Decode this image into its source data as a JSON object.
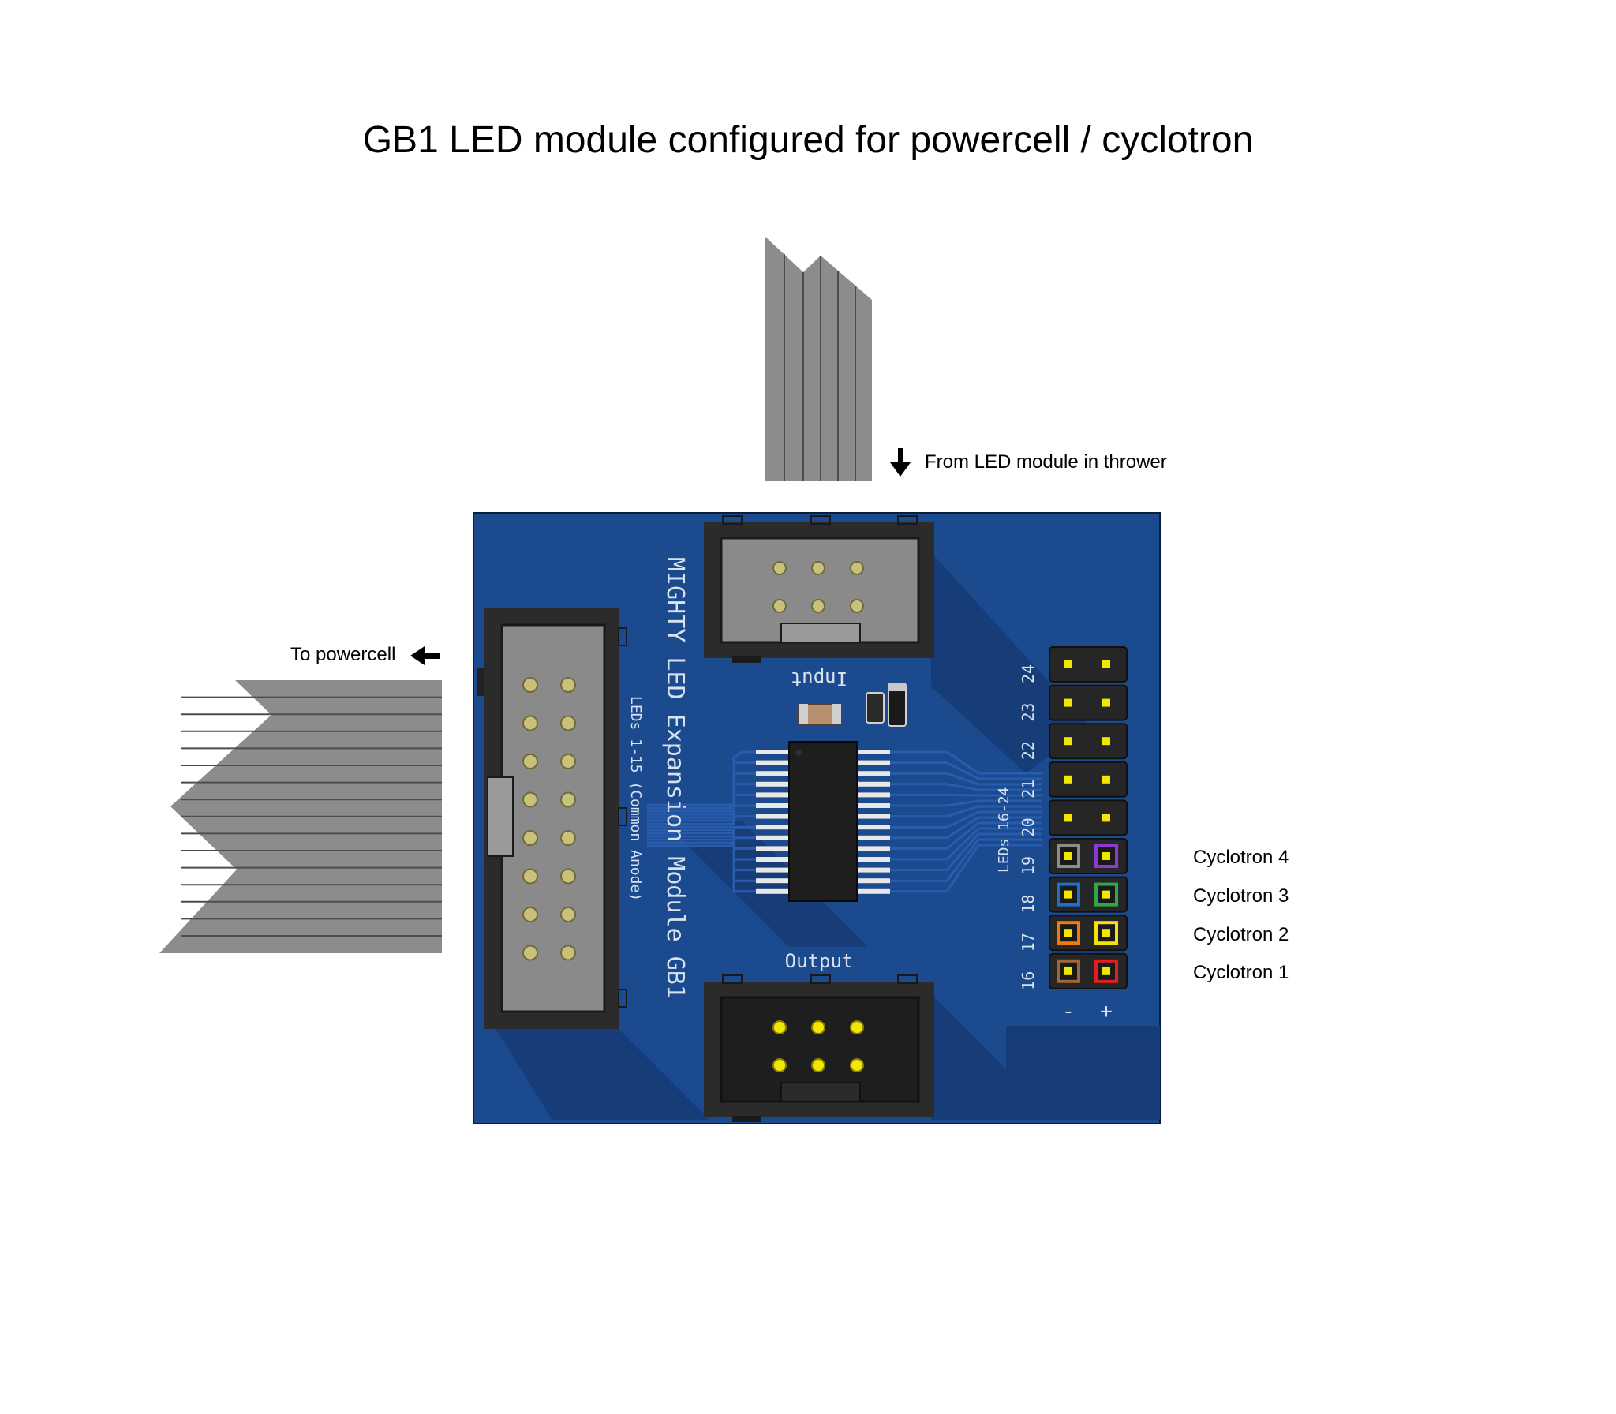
{
  "title": "GB1 LED module configured for powercell / cyclotron",
  "callouts": {
    "from_thrower": "From LED module in thrower",
    "to_powercell": "To powercell"
  },
  "cyclotron_labels": [
    "Cyclotron 4",
    "Cyclotron 3",
    "Cyclotron 2",
    "Cyclotron 1"
  ],
  "board": {
    "name": "MIGHTY LED Expansion Module GB1",
    "left_header_label": "LEDs 1-15 (Common Anode)",
    "right_header_label": "LEDs 16-24",
    "input_label": "Input",
    "output_label": "Output",
    "pin_numbers": [
      "24",
      "23",
      "22",
      "21",
      "20",
      "19",
      "18",
      "17",
      "16"
    ],
    "polarity": {
      "minus": "-",
      "plus": "+"
    },
    "colors": {
      "pcb": "#1b4a8f",
      "pcb_dark": "#163d78",
      "trace": "#2a5cad",
      "pad_yellow": "#f1e800",
      "ribbon": "#8c8c8c"
    },
    "jumper_colors": {
      "19": {
        "minus": "#8c8c8c",
        "plus": "#8a3ad0"
      },
      "18": {
        "minus": "#1f6fd0",
        "plus": "#2fa84a"
      },
      "17": {
        "minus": "#ee7a12",
        "plus": "#f4e20a"
      },
      "16": {
        "minus": "#a0663a",
        "plus": "#e02020"
      }
    }
  }
}
